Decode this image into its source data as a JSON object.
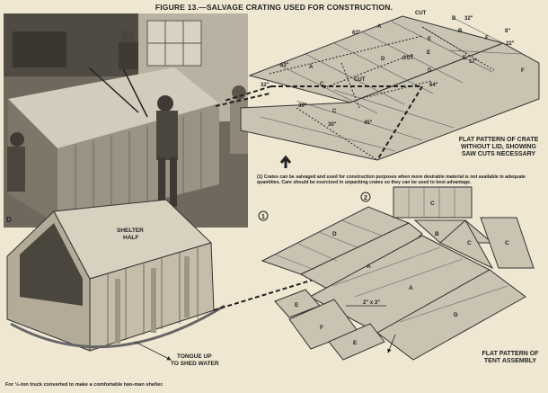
{
  "figure_title": "FIGURE 13.—SALVAGE CRATING USED FOR CONSTRUCTION.",
  "flat_pattern_caption": [
    "FLAT PATTERN OF CRATE",
    "WITHOUT LID, SHOWING",
    "SAW CUTS NECESSARY"
  ],
  "note_text": "(1)  Crates can be salvaged and used for construction purposes when more desirable material is not available in adequate quantities.  Care should be exercised in unpacking crates so they can be used to best advantage.",
  "step_1": "1",
  "step_2": "2",
  "shelter_label": [
    "SHELTER",
    "HALF"
  ],
  "tongue_label": [
    "TONGUE UP",
    "TO SHED WATER"
  ],
  "tent_caption": [
    "FLAT PATTERN OF",
    "TENT ASSEMBLY"
  ],
  "footer_text": "For ½-ton truck converted to make a comfortable two-man shelter.",
  "photo_corner_letter": "D",
  "crate_dims": {
    "cut_top": "CUT",
    "d32_top": "32\"",
    "d8": "8\"",
    "d22": "22\"",
    "d63a": "63\"",
    "d63b": "63\"",
    "d32_left": "32\"",
    "cut_mid": "CUT",
    "cut_low": "CUT",
    "d17": "17\"",
    "d64": "64\"",
    "d30a": "30\"",
    "d30b": "30\"",
    "d45": "45\""
  },
  "crate_letters": {
    "a1": "A",
    "a2": "A",
    "b1": "B",
    "b2": "B",
    "c1": "C",
    "c2": "C",
    "d1": "D",
    "d2": "D",
    "e1": "E",
    "e2": "E",
    "e3": "E",
    "f1": "F",
    "f2": "F"
  },
  "tent_letters": {
    "d1": "D",
    "a1": "A",
    "a2": "A",
    "d2": "D",
    "c1": "C",
    "b1": "B",
    "c2": "C",
    "c3": "C",
    "e1": "E",
    "f1": "F",
    "e2": "E"
  },
  "tent_dim": "2\" x 3\""
}
